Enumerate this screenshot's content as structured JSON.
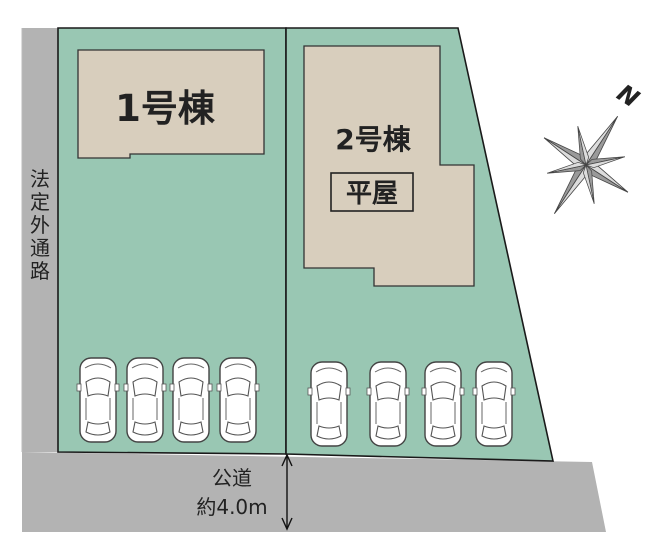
{
  "plot": {
    "lot1_label": "1号棟",
    "lot2_label": "2号棟",
    "lot2_badge": "平屋"
  },
  "roads": {
    "side_road_label": "法定外通路",
    "public_road_label": "公道",
    "public_road_width": "約4.0m"
  },
  "compass": {
    "north_label": "N"
  },
  "parking": {
    "lot1_spaces": 4,
    "lot2_spaces": 4
  },
  "colors": {
    "lot_fill": "#99c7b3",
    "house_fill": "#d8cebd",
    "road_fill": "#b3b3b3",
    "line": "#1a1a1a"
  }
}
